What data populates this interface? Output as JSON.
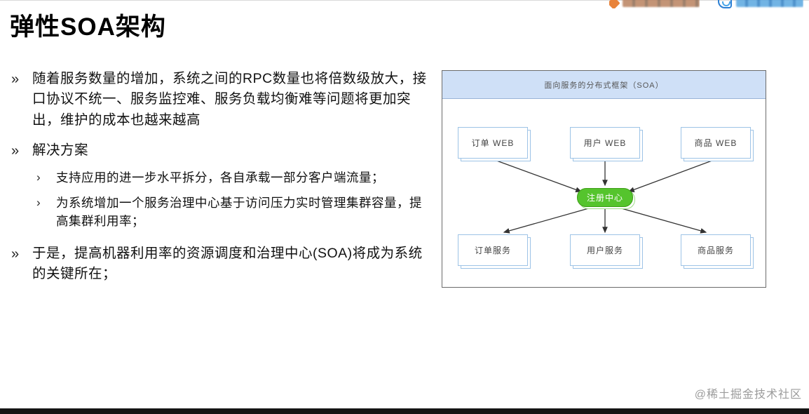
{
  "slide": {
    "title": "弹性SOA架构",
    "watermark": "@稀土掘金技术社区"
  },
  "bullets": [
    {
      "marker": "»",
      "text": "随着服务数量的增加，系统之间的RPC数量也将倍数级放大，接口协议不统一、服务监控难、服务负载均衡难等问题将更加突出，维护的成本也越来越高"
    },
    {
      "marker": "»",
      "text": "解决方案"
    },
    {
      "marker": "›",
      "text": "支持应用的进一步水平拆分，各自承载一部分客户端流量；"
    },
    {
      "marker": "›",
      "text": "为系统增加一个服务治理中心基于访问压力实时管理集群容量，提高集群利用率；"
    },
    {
      "marker": "»",
      "text": "于是，提高机器利用率的资源调度和治理中心(SOA)将成为系统的关键所在；"
    }
  ],
  "diagram": {
    "header": "面向服务的分布式框架（SOA）",
    "top_nodes": [
      {
        "label": "订单 WEB"
      },
      {
        "label": "用户 WEB"
      },
      {
        "label": "商品 WEB"
      }
    ],
    "center_node": {
      "label": "注册中心"
    },
    "bottom_nodes": [
      {
        "label": "订单服务"
      },
      {
        "label": "用户服务"
      },
      {
        "label": "商品服务"
      }
    ],
    "colors": {
      "header_bg": "#cfe0f7",
      "node_border": "#9dc3e6",
      "center_fill": "#55c42d",
      "center_border": "#3d9e17",
      "arrow": "#333333"
    }
  }
}
